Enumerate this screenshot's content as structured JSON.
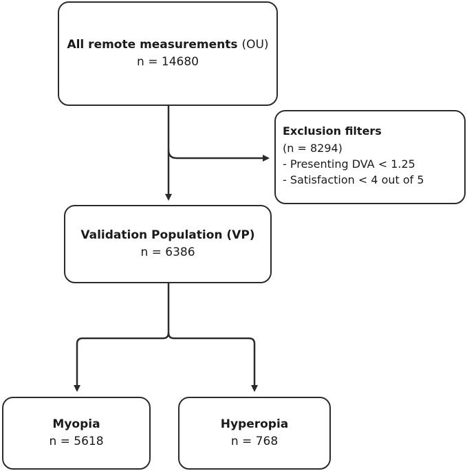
{
  "nodes": {
    "all": {
      "title": "All remote measurements",
      "title_suffix": "(OU)",
      "count": "n = 14680"
    },
    "exclusion": {
      "title": "Exclusion filters",
      "count": "(n = 8294)",
      "items": [
        "- Presenting DVA < 1.25",
        "- Satisfaction < 4 out of 5"
      ]
    },
    "validation": {
      "title": "Validation Population (VP)",
      "count": "n = 6386"
    },
    "myopia": {
      "title": "Myopia",
      "count": "n = 5618"
    },
    "hyperopia": {
      "title": "Hyperopia",
      "count": "n = 768"
    }
  },
  "edges": [
    {
      "from": "all",
      "to": "exclusion"
    },
    {
      "from": "all",
      "to": "validation"
    },
    {
      "from": "validation",
      "to": "myopia"
    },
    {
      "from": "validation",
      "to": "hyperopia"
    }
  ]
}
